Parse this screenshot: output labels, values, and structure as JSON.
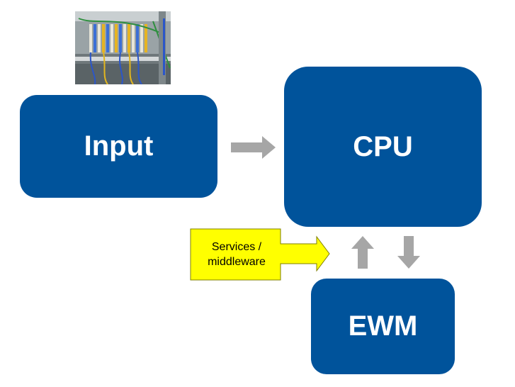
{
  "diagram": {
    "input_label": "Input",
    "cpu_label": "CPU",
    "ewm_label": "EWM",
    "callout_line1": "Services /",
    "callout_line2": "middleware"
  },
  "colors": {
    "box_fill": "#00539b",
    "box_text": "#ffffff",
    "arrow_fill": "#a6a6a6",
    "callout_fill": "#ffff00",
    "callout_stroke": "#7f7f00"
  },
  "icons": {
    "photo": "wiring-cabinet-photo",
    "arrows": [
      "arrow-right-icon",
      "arrow-up-icon",
      "arrow-down-icon"
    ]
  }
}
